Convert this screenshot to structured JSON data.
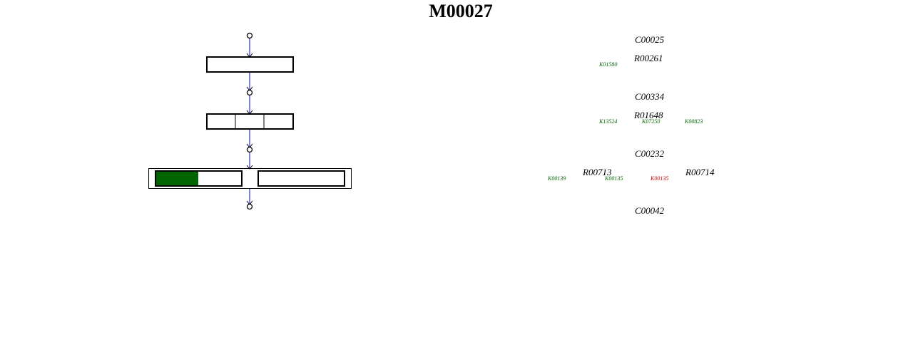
{
  "module": {
    "title": "M00027"
  },
  "colors": {
    "connector": "#0000cc",
    "present": "#006400",
    "missing": "#cc0000",
    "outline": "#000000"
  },
  "pathway": {
    "compounds": [
      "C00025",
      "C00334",
      "C00232",
      "C00042"
    ],
    "reactions": [
      "R00261",
      "R01648",
      "R00713",
      "R00714"
    ],
    "steps": [
      {
        "reaction": "R00261",
        "orthologs": [
          {
            "id": "K01580",
            "status": "present"
          }
        ]
      },
      {
        "reaction": "R01648",
        "orthologs": [
          {
            "id": "K13524",
            "status": "present"
          },
          {
            "id": "K07250",
            "status": "present"
          },
          {
            "id": "K00823",
            "status": "present"
          }
        ]
      },
      {
        "reaction": "R00713 / R00714",
        "orthologs": [
          {
            "id": "K00139",
            "status": "present"
          },
          {
            "id": "K00135",
            "status": "present"
          },
          {
            "id": "K00135",
            "status": "missing"
          }
        ]
      }
    ],
    "completion": {
      "step3_first_box_fill": 0.5
    }
  }
}
